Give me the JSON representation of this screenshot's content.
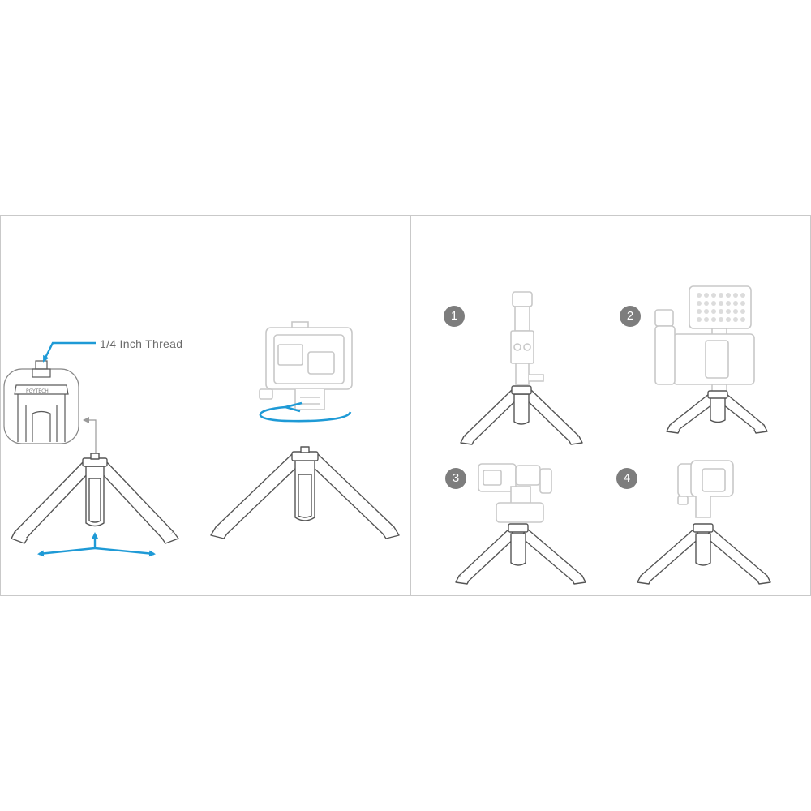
{
  "labels": {
    "thread": "1/4 Inch Thread",
    "brand": "PGYTECH"
  },
  "steps": [
    "1",
    "2",
    "3",
    "4"
  ],
  "colors": {
    "accent": "#1e9ad6",
    "line": "#5a5a5a",
    "badge": "#7d7d7d",
    "border": "#c9c9c9",
    "faded": "#c8c8c8"
  }
}
